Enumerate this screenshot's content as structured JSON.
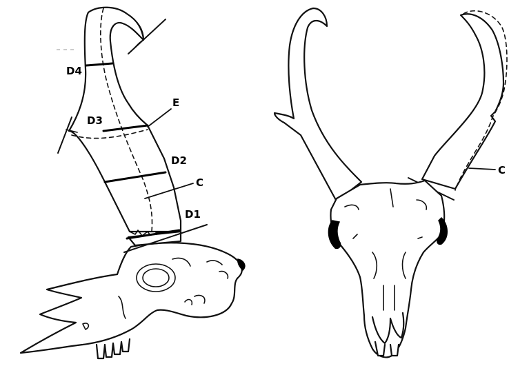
{
  "labels": {
    "d4": "D4",
    "e": "E",
    "d3": "D3",
    "d2": "D2",
    "c_left": "C",
    "d1": "D1",
    "c_right": "C"
  }
}
